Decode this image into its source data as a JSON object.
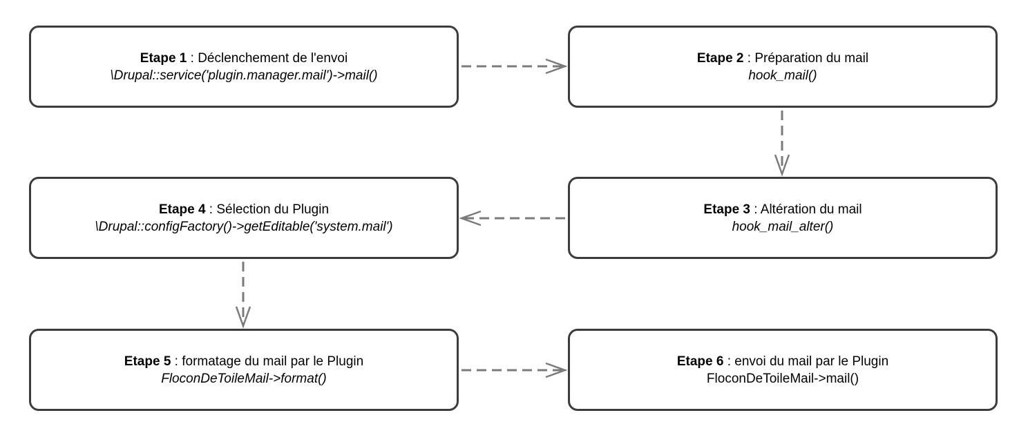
{
  "steps": [
    {
      "label": "Etape 1",
      "title": " : Déclenchement de l'envoi",
      "code": "\\Drupal::service('plugin.manager.mail')->mail()",
      "code_italic": true
    },
    {
      "label": "Etape 2",
      "title": " : Préparation du mail",
      "code": "hook_mail()",
      "code_italic": true
    },
    {
      "label": "Etape 3",
      "title": " : Altération du mail",
      "code": "hook_mail_alter()",
      "code_italic": true
    },
    {
      "label": "Etape 4",
      "title": " : Sélection du Plugin",
      "code": "\\Drupal::configFactory()->getEditable('system.mail')",
      "code_italic": true
    },
    {
      "label": "Etape 5",
      "title": " : formatage du mail par le Plugin",
      "code": "FloconDeToileMail->format()",
      "code_italic": true
    },
    {
      "label": "Etape 6",
      "title": " : envoi du mail par le Plugin",
      "code": "FloconDeToileMail->mail()",
      "code_italic": false
    }
  ],
  "colors": {
    "box_border": "#3c3c3c",
    "arrow": "#7a7a7a",
    "background": "#ffffff"
  },
  "connector_style": "dashed-open-arrow"
}
